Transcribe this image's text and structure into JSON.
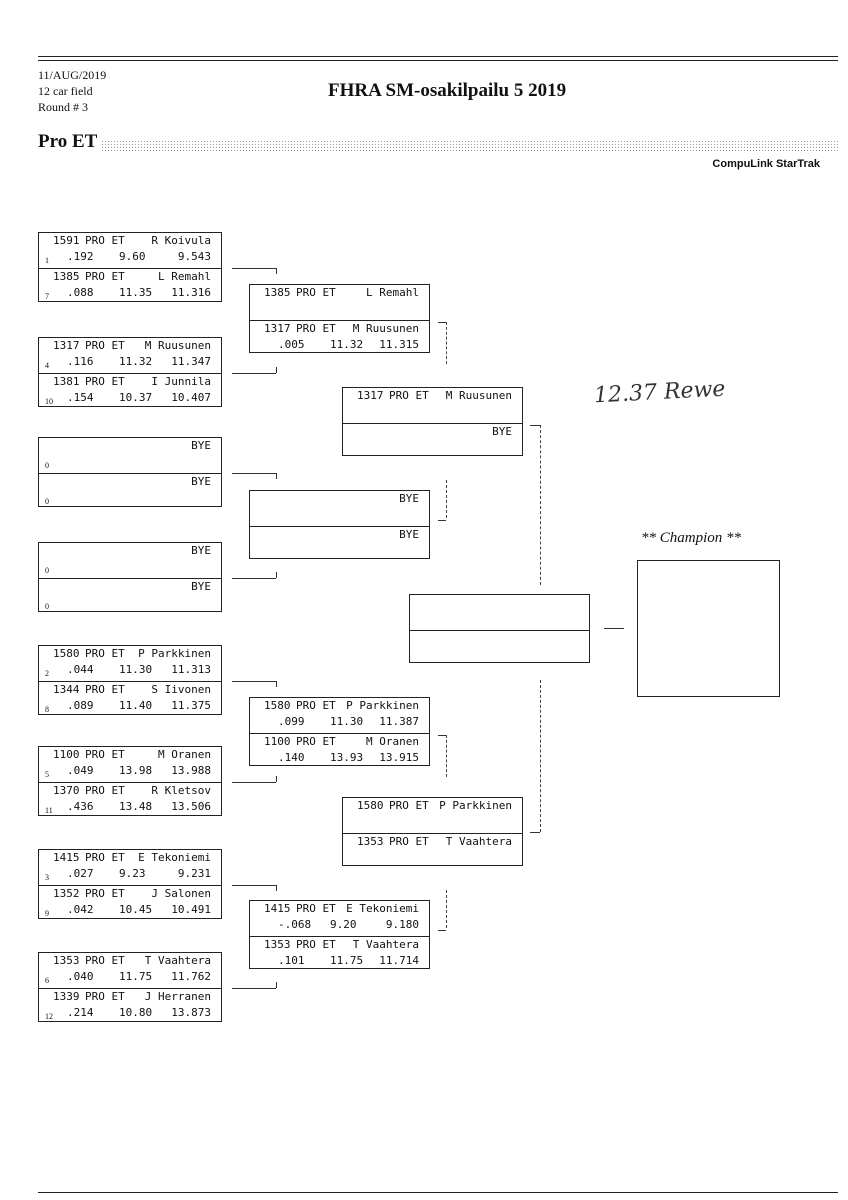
{
  "header": {
    "date": "11/AUG/2019",
    "field": "12 car field",
    "round": "Round # 3",
    "title": "FHRA SM-osakilpailu 5  2019",
    "class_name": "Pro ET",
    "software": "CompuLink StarTrak"
  },
  "round1": [
    {
      "top": {
        "num": "1591",
        "cls": "PRO ET",
        "driver": "R Koivula",
        "seed": "1",
        "rt": ".192",
        "et": "9.60",
        "speed": "9.543"
      },
      "bottom": {
        "num": "1385",
        "cls": "PRO ET",
        "driver": "L Remahl",
        "seed": "7",
        "rt": ".088",
        "et": "11.35",
        "speed": "11.316"
      }
    },
    {
      "top": {
        "num": "1317",
        "cls": "PRO ET",
        "driver": "M Ruusunen",
        "seed": "4",
        "rt": ".116",
        "et": "11.32",
        "speed": "11.347"
      },
      "bottom": {
        "num": "1381",
        "cls": "PRO ET",
        "driver": "I Junnila",
        "seed": "10",
        "rt": ".154",
        "et": "10.37",
        "speed": "10.407"
      }
    },
    {
      "top": {
        "driver": "BYE",
        "seed": "0"
      },
      "bottom": {
        "driver": "BYE",
        "seed": "0"
      }
    },
    {
      "top": {
        "driver": "BYE",
        "seed": "0"
      },
      "bottom": {
        "driver": "BYE",
        "seed": "0"
      }
    },
    {
      "top": {
        "num": "1580",
        "cls": "PRO ET",
        "driver": "P Parkkinen",
        "seed": "2",
        "rt": ".044",
        "et": "11.30",
        "speed": "11.313"
      },
      "bottom": {
        "num": "1344",
        "cls": "PRO ET",
        "driver": "S Iivonen",
        "seed": "8",
        "rt": ".089",
        "et": "11.40",
        "speed": "11.375"
      }
    },
    {
      "top": {
        "num": "1100",
        "cls": "PRO ET",
        "driver": "M Oranen",
        "seed": "5",
        "rt": ".049",
        "et": "13.98",
        "speed": "13.988"
      },
      "bottom": {
        "num": "1370",
        "cls": "PRO ET",
        "driver": "R Kletsov",
        "seed": "11",
        "rt": ".436",
        "et": "13.48",
        "speed": "13.506"
      }
    },
    {
      "top": {
        "num": "1415",
        "cls": "PRO ET",
        "driver": "E Tekoniemi",
        "seed": "3",
        "rt": ".027",
        "et": "9.23",
        "speed": "9.231"
      },
      "bottom": {
        "num": "1352",
        "cls": "PRO ET",
        "driver": "J Salonen",
        "seed": "9",
        "rt": ".042",
        "et": "10.45",
        "speed": "10.491"
      }
    },
    {
      "top": {
        "num": "1353",
        "cls": "PRO ET",
        "driver": "T Vaahtera",
        "seed": "6",
        "rt": ".040",
        "et": "11.75",
        "speed": "11.762"
      },
      "bottom": {
        "num": "1339",
        "cls": "PRO ET",
        "driver": "J Herranen",
        "seed": "12",
        "rt": ".214",
        "et": "10.80",
        "speed": "13.873"
      }
    }
  ],
  "round2": [
    {
      "top": {
        "num": "1385",
        "cls": "PRO ET",
        "driver": "L Remahl"
      },
      "bottom": {
        "num": "1317",
        "cls": "PRO ET",
        "driver": "M Ruusunen",
        "rt": ".005",
        "et": "11.32",
        "speed": "11.315"
      }
    },
    {
      "top": {
        "driver": "BYE"
      },
      "bottom": {
        "driver": "BYE"
      }
    },
    {
      "top": {
        "num": "1580",
        "cls": "PRO ET",
        "driver": "P Parkkinen",
        "rt": ".099",
        "et": "11.30",
        "speed": "11.387"
      },
      "bottom": {
        "num": "1100",
        "cls": "PRO ET",
        "driver": "M Oranen",
        "rt": ".140",
        "et": "13.93",
        "speed": "13.915"
      }
    },
    {
      "top": {
        "num": "1415",
        "cls": "PRO ET",
        "driver": "E Tekoniemi",
        "rt": "-.068",
        "et": "9.20",
        "speed": "9.180"
      },
      "bottom": {
        "num": "1353",
        "cls": "PRO ET",
        "driver": "T Vaahtera",
        "rt": ".101",
        "et": "11.75",
        "speed": "11.714"
      }
    }
  ],
  "semis": [
    {
      "top": {
        "num": "1317",
        "cls": "PRO ET",
        "driver": "M Ruusunen"
      },
      "bottom": {
        "driver": "BYE"
      }
    },
    {
      "top": {
        "num": "1580",
        "cls": "PRO ET",
        "driver": "P Parkkinen"
      },
      "bottom": {
        "num": "1353",
        "cls": "PRO ET",
        "driver": "T Vaahtera"
      }
    }
  ],
  "champion_label": "** Champion **",
  "handwritten_note": "12.37 Rewe"
}
